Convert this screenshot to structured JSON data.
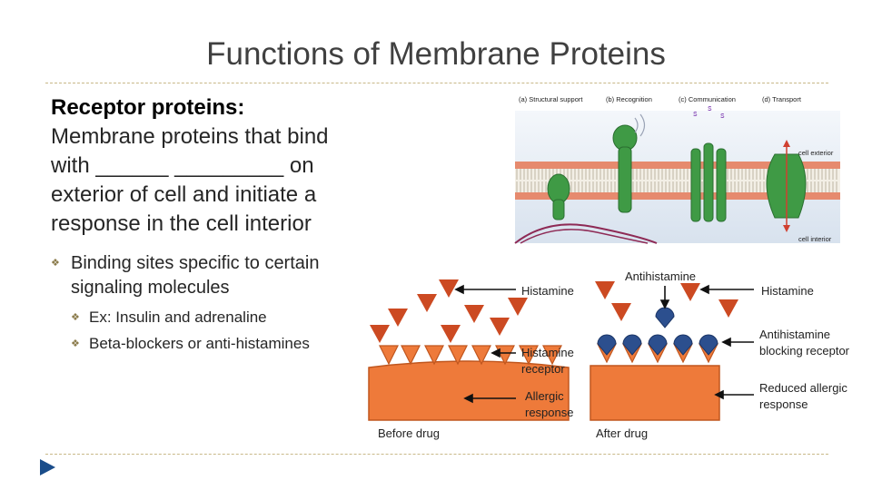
{
  "slide": {
    "title": "Functions of Membrane Proteins",
    "heading": "Receptor proteins:",
    "body_lines": [
      "Membrane proteins that bind",
      "with ______ _________ on",
      "exterior of cell and initiate a",
      "response in the cell interior"
    ],
    "bullet_main": "Binding sites specific to certain signaling molecules",
    "sub_bullets": [
      "Ex: Insulin and adrenaline",
      "Beta-blockers or anti-histamines"
    ]
  },
  "figure_membrane": {
    "panels": [
      "(a) Structural support",
      "(b) Recognition",
      "(c) Communication",
      "(d) Transport"
    ],
    "cell_exterior": "cell exterior",
    "cell_interior": "cell interior"
  },
  "figure_histamine": {
    "histamine_left": "Histamine",
    "histamine_receptor": [
      "Histamine",
      "receptor"
    ],
    "allergic_response": [
      "Allergic",
      "response"
    ],
    "before_drug": "Before drug",
    "antihistamine": "Antihistamine",
    "histamine_right": "Histamine",
    "antihistamine_blocking": [
      "Antihistamine",
      "blocking receptor"
    ],
    "reduced_allergic": [
      "Reduced allergic",
      "response"
    ],
    "after_drug": "After drug"
  },
  "colors": {
    "title": "#404040",
    "rule": "#c8b888",
    "bullet": "#8a7a4a",
    "nav_arrow": "#1a4d8a",
    "protein": "#3f9a45",
    "membrane_head": "#e07a5a",
    "cell_fill": "#ee7a3a",
    "histamine": "#cc4a22",
    "antihistamine": "#2c4f8e"
  }
}
